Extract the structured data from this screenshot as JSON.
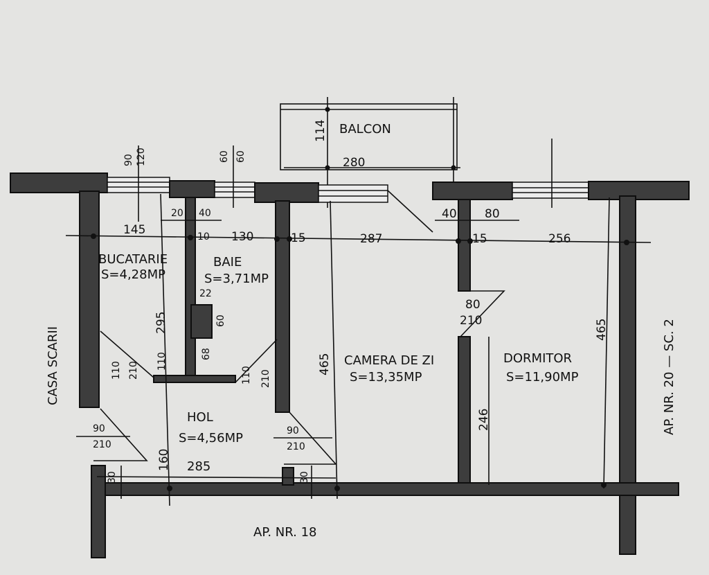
{
  "balcony": {
    "name": "BALCON",
    "depth": "114",
    "width": "280"
  },
  "rooms": [
    {
      "name": "BUCATARIE",
      "area": "S=4,28MP"
    },
    {
      "name": "BAIE",
      "area": "S=3,71MP"
    },
    {
      "name": "CAMERA DE ZI",
      "area": "S=13,35MP"
    },
    {
      "name": "DORMITOR",
      "area": "S=11,90MP"
    },
    {
      "name": "HOL",
      "area": "S=4,56MP"
    }
  ],
  "neighbors": {
    "stairwell": "CASA SCARII",
    "right": "AP. NR. 20 — SC. 2",
    "bottom": "AP. NR. 18"
  },
  "dimensions": {
    "kitchen_window_sill": "90",
    "kitchen_window_height": "120",
    "bath_window_sill": "60",
    "bath_window_height": "60",
    "d20": "20",
    "d40a": "40",
    "kitchen_width": "145",
    "wall10": "10",
    "bath_width": "130",
    "wall15a": "15",
    "living_width": "287",
    "d40b": "40",
    "d80": "80",
    "wall15b": "15",
    "bedroom_width": "256",
    "d22": "22",
    "chimney60": "60",
    "d68": "68",
    "kitchen_depth": "295",
    "kitchen_door_w": "110",
    "kitchen_door_h": "210",
    "d110": "110",
    "bath_door_w": "110",
    "bath_door_h": "210",
    "living_depth": "465",
    "bedroom_door_w": "80",
    "bedroom_door_h": "210",
    "bedroom_depth": "465",
    "d246": "246",
    "entry_door_w": "90",
    "entry_door_h": "210",
    "living_door_w": "90",
    "living_door_h": "210",
    "hall_depth": "160",
    "hall_width": "285",
    "d30a": "30",
    "d30b": "30"
  }
}
